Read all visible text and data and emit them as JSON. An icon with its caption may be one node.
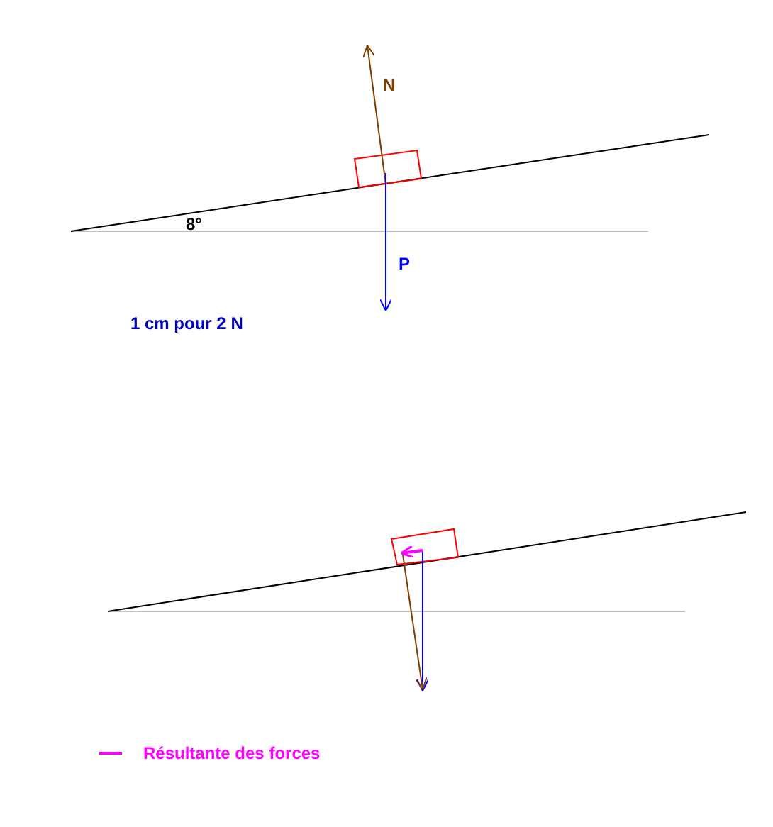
{
  "diagram": {
    "labels": [
      "N",
      "8°",
      "P",
      "1 cm pour 2 N"
    ],
    "legend": [
      {
        "text": "Résultante des forces"
      }
    ]
  }
}
